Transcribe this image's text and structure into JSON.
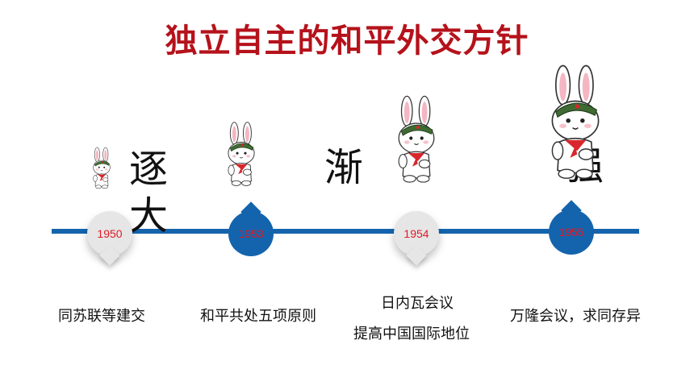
{
  "title": "独立自主的和平外交方针",
  "big_chars": [
    "逐",
    "大",
    "渐",
    "强"
  ],
  "milestones": [
    {
      "year": "1950",
      "caption_lines": [
        "同苏联等建交"
      ]
    },
    {
      "year": "1953",
      "caption_lines": [
        "和平共处五项原则"
      ]
    },
    {
      "year": "1954",
      "caption_lines": [
        "日内瓦会议",
        "提高中国国际地位"
      ]
    },
    {
      "year": "1955",
      "caption_lines": [
        "万隆会议，求同存异"
      ]
    }
  ],
  "colors": {
    "title": "#b5121b",
    "timeline": "#1464ad",
    "year_text": "#e01b24"
  }
}
